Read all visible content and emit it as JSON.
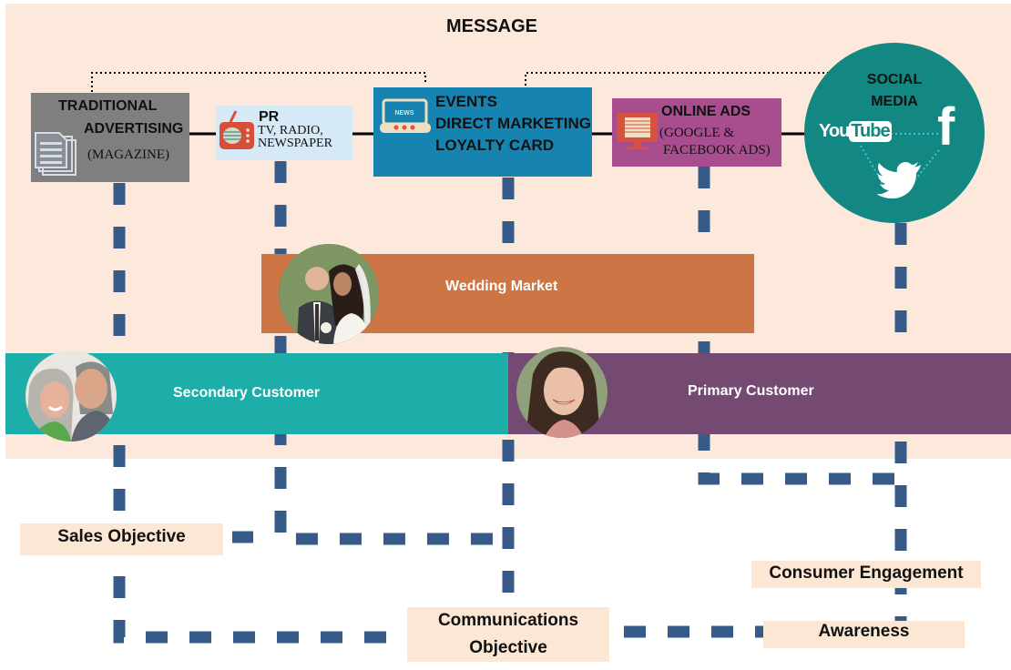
{
  "title": "MESSAGE",
  "channels": {
    "traditional": {
      "line1": "TRADITIONAL",
      "line2": "ADVERTISING",
      "line3": "(MAGAZINE)",
      "icon": "documents-icon",
      "color": "#7f7f7f"
    },
    "pr": {
      "line1": "PR",
      "line2": "TV, RADIO,",
      "line3": "NEWSPAPER",
      "icon": "radio-icon",
      "color": "#d6e9f7"
    },
    "events": {
      "line1": "EVENTS",
      "line2": "DIRECT MARKETING",
      "line3": "LOYALTY CARD",
      "icon": "news-laptop-icon",
      "icon_text": "NEWS",
      "color": "#1683b1"
    },
    "online": {
      "line1": "ONLINE ADS",
      "line2": "(GOOGLE &",
      "line3": "FACEBOOK ADS)",
      "icon": "monitor-icon",
      "color": "#a84e8e"
    },
    "social": {
      "line1": "SOCIAL",
      "line2": "MEDIA",
      "youtube_you": "You",
      "youtube_tube": "Tube",
      "facebook": "f",
      "color": "#138781"
    }
  },
  "segments": {
    "wedding": {
      "label": "Wedding Market",
      "color": "#cd7545",
      "photo": "couple-photo"
    },
    "secondary": {
      "label": "Secondary Customer",
      "color": "#1eaeaa",
      "photo": "older-couple-photo"
    },
    "primary": {
      "label": "Primary Customer",
      "color": "#744a73",
      "photo": "young-woman-photo"
    }
  },
  "objectives": {
    "sales": "Sales Objective",
    "communications_line1": "Communications",
    "communications_line2": "Objective",
    "engagement": "Consumer Engagement",
    "awareness": "Awareness"
  },
  "colors": {
    "background": "#fce9db",
    "dash": "#365b88",
    "label_bg": "#fce6d4"
  }
}
